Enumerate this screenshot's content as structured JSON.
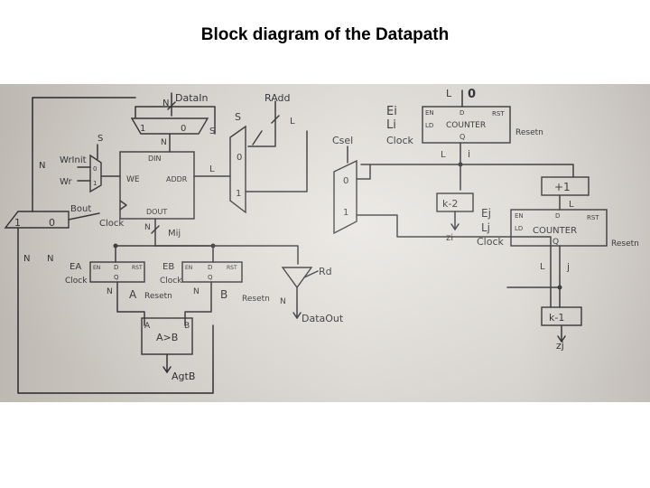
{
  "title": "Block diagram of the Datapath",
  "diagram": {
    "memory": {
      "data_in": "DataIn",
      "n_top": "N",
      "mux_in1": "1",
      "mux_in0": "0",
      "s_right": "S",
      "s_left": "S",
      "n_below_mux": "N",
      "din": "DIN",
      "mux_sel0": "0",
      "mux_sel1": "1",
      "we": "WE",
      "addr": "ADDR",
      "dout": "DOUT",
      "wrinit": "WrInit",
      "wr": "Wr",
      "n_left": "N",
      "bout": "Bout",
      "clock": "Clock",
      "n_out": "N",
      "mij": "Mij"
    },
    "addr_mux": {
      "radd": "RAdd",
      "l": "L",
      "s": "S",
      "in0": "0",
      "in1": "1",
      "l_out": "L"
    },
    "bout_mux": {
      "in1": "1",
      "in0": "0"
    },
    "reg_a": {
      "ea": "EA",
      "clock": "Clock",
      "en": "EN",
      "d": "D",
      "q": "Q",
      "rst": "RST",
      "n": "N",
      "name": "A",
      "resetn": "Resetn"
    },
    "reg_b": {
      "eb": "EB",
      "clock": "Clock",
      "en": "EN",
      "d": "D",
      "q": "Q",
      "rst": "RST",
      "n": "N",
      "name": "B",
      "resetn": "Resetn"
    },
    "comparator": {
      "a": "A",
      "b": "B",
      "label": "A>B",
      "out": "AgtB"
    },
    "tristate": {
      "rd": "Rd",
      "n": "N",
      "out": "DataOut"
    },
    "left_labels": {
      "n1": "N",
      "n2": "N"
    },
    "counter_i": {
      "top_l": "L",
      "top_zero": "0",
      "ei": "Ei",
      "li": "Li",
      "clock": "Clock",
      "en": "EN",
      "ld": "LD",
      "d": "D",
      "name": "COUNTER",
      "q": "Q",
      "rst": "RST",
      "resetn": "Resetn",
      "l_out": "L",
      "i": "i"
    },
    "csel_mux": {
      "csel": "Csel",
      "in0": "0",
      "in1": "1"
    },
    "k2": {
      "label": "k-2",
      "zi": "zi"
    },
    "plus1": {
      "label": "+1",
      "l": "L"
    },
    "counter_j": {
      "ej": "Ej",
      "lj": "Lj",
      "clock": "Clock",
      "en": "EN",
      "ld": "LD",
      "d": "D",
      "name": "COUNTER",
      "q": "Q",
      "rst": "RST",
      "resetn": "Resetn",
      "l_out": "L",
      "j": "j"
    },
    "k1": {
      "label": "k-1",
      "zj": "zj"
    }
  }
}
